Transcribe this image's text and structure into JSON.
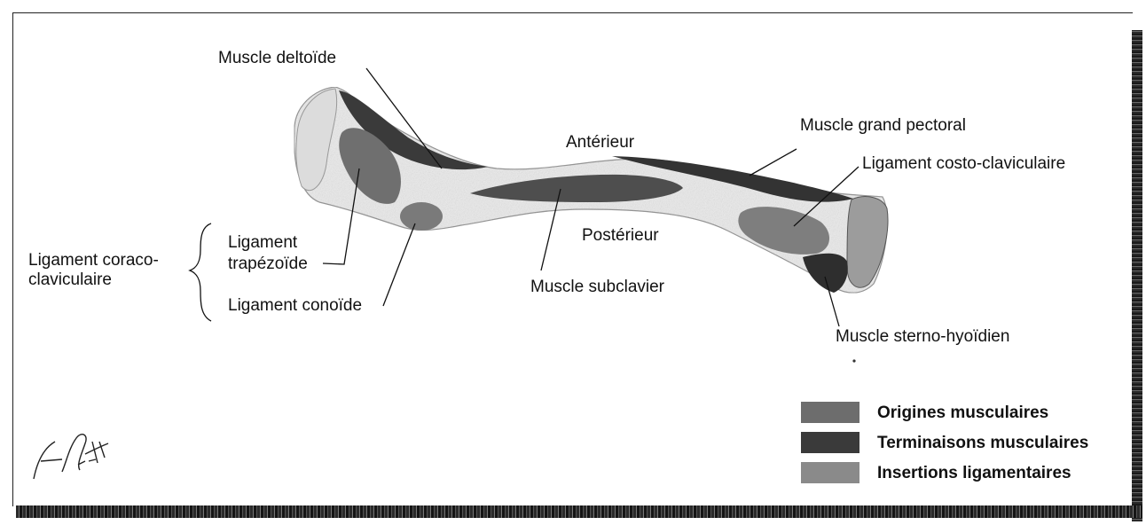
{
  "labels": {
    "deltoid": "Muscle deltoïde",
    "anterior": "Antérieur",
    "grand_pectoral": "Muscle grand pectoral",
    "costo_clav": "Ligament costo-claviculaire",
    "coraco_clav_line1": "Ligament coraco-",
    "coraco_clav_line2": "claviculaire",
    "trapezoid_line1": "Ligament",
    "trapezoid_line2": "trapézoïde",
    "conoid": "Ligament conoïde",
    "posterior": "Postérieur",
    "subclavius": "Muscle subclavier",
    "sterno_hyoid": "Muscle sterno-hyoïdien"
  },
  "legend": [
    {
      "label": "Origines musculaires",
      "color": "#6d6d6d"
    },
    {
      "label": "Terminaisons musculaires",
      "color": "#3a3a3a"
    },
    {
      "label": "Insertions ligamentaires",
      "color": "#8a8a8a"
    }
  ],
  "colors": {
    "bone": "#f1f1f1",
    "origin": "#6d6d6d",
    "insertion": "#3a3a3a",
    "ligament": "#8a8a8a"
  }
}
